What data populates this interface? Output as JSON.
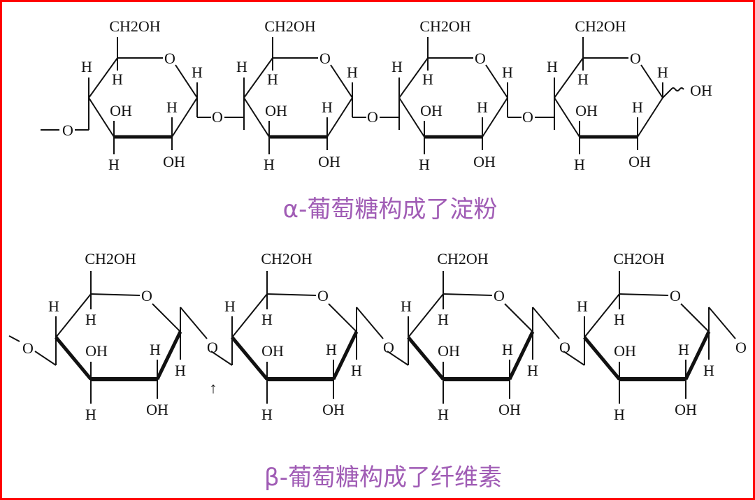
{
  "labels": {
    "ch2oh": "CH2OH",
    "h": "H",
    "oh": "OH",
    "o": "O",
    "arrow": "↑"
  },
  "alpha": {
    "caption": "α-葡萄糖构成了淀粉",
    "ring_count": 4,
    "end_group": "OH"
  },
  "beta": {
    "caption": "β-葡萄糖构成了纤维素",
    "ring_count": 4
  },
  "colors": {
    "caption": "#a05cb5",
    "border": "#ff0000",
    "ink": "#111111"
  }
}
